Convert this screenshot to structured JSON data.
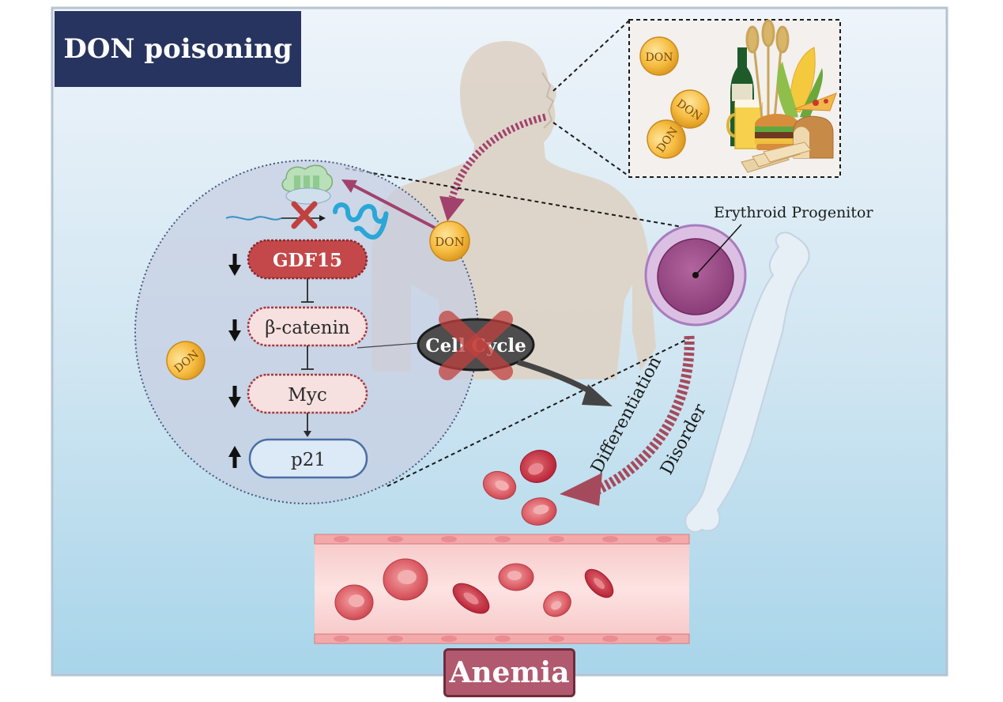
{
  "title": "DON poisoning",
  "toxin_label": "DON",
  "pathway": {
    "nodes": [
      {
        "id": "gdf15",
        "label": "GDF15",
        "direction": "down"
      },
      {
        "id": "bcat",
        "label": "β-catenin",
        "direction": "down"
      },
      {
        "id": "myc",
        "label": "Myc",
        "direction": "down"
      },
      {
        "id": "p21",
        "label": "p21",
        "direction": "up"
      }
    ]
  },
  "cell_cycle_label": "Cell Cycle",
  "erythroid_label": "Erythroid Progenitor",
  "differentiation_label": "Differentiation",
  "disorder_label": "Disorder",
  "outcome_label": "Anemia",
  "colors": {
    "background_top": "#e9f1f8",
    "background_bottom": "#a9d6ea",
    "title_bg": "#27345f",
    "gdf15_fill": "#c4484a",
    "pale_node_fill": "#f6dede",
    "node_border_red": "#a8383c",
    "p21_fill": "#dbe8f6",
    "p21_border": "#4a6fa5",
    "anemia_bg": "#b0596f",
    "don_coin": "#f1b63a"
  }
}
